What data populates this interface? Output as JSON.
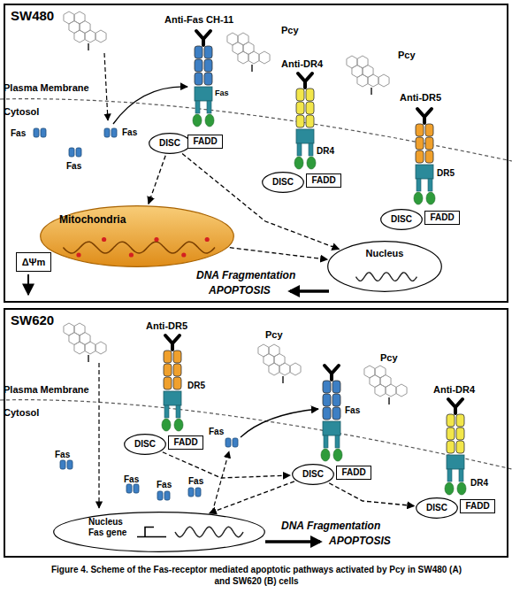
{
  "diagram": {
    "caption": "Figure 4. Scheme of the Fas-receptor mediated apoptotic pathways activated by Pcy in SW480 (A) and SW620 (B) cells",
    "nodes": [
      {
        "text": [
          "SW480"
        ]
      },
      {
        "text": [
          "DISC"
        ],
        "in": 0
      },
      {
        "text": [
          "FADD"
        ],
        "in": 0
      },
      {
        "text": [
          "DISC"
        ],
        "in": 0
      },
      {
        "text": [
          "FADD"
        ],
        "in": 0
      },
      {
        "text": [
          "DISC"
        ],
        "in": 0
      },
      {
        "text": [
          "FADD"
        ],
        "in": 0
      },
      {
        "text": [
          "Mitochondria"
        ],
        "in": 0
      },
      {
        "text": [
          "ΔΨm"
        ],
        "in": 0
      },
      {
        "text": [
          "Nucleus"
        ],
        "in": 0
      },
      {
        "text": [
          "SW620"
        ]
      },
      {
        "text": [
          "DISC"
        ],
        "in": 10
      },
      {
        "text": [
          "FADD"
        ],
        "in": 10
      },
      {
        "text": [
          "DISC"
        ],
        "in": 10
      },
      {
        "text": [
          "FADD"
        ],
        "in": 10
      },
      {
        "text": [
          "DISC"
        ],
        "in": 10
      },
      {
        "text": [
          "FADD"
        ],
        "in": 10
      },
      {
        "text": [
          "Nucleus",
          "Fas gene"
        ],
        "in": 10
      }
    ],
    "edges": [
      {
        "from": 1,
        "to": 7,
        "arrow": "to"
      },
      {
        "from": 1,
        "to": 9,
        "arrow": "to"
      },
      {
        "from": 7,
        "to": 9,
        "arrow": "to"
      },
      {
        "from": 11,
        "to": 13,
        "arrow": "to"
      },
      {
        "from": 13,
        "to": 15,
        "arrow": "to"
      },
      {
        "from": 13,
        "to": 17,
        "arrow": "to"
      }
    ],
    "labels": [
      "Anti-Fas CH-11",
      "Pcy",
      "Pcy",
      "Plasma Membrane",
      "Cytosol",
      "Fas",
      "Fas",
      "Fas",
      "Fas",
      "Anti-DR4",
      "DR4",
      "Anti-DR5",
      "DR5",
      "DNA Fragmentation",
      "APOPTOSIS",
      "Anti-DR5",
      "DR5",
      "Pcy",
      "Pcy",
      "Fas",
      "Plasma Membrane",
      "Cytosol",
      "Anti-DR4",
      "DR4",
      "Fas",
      "Fas",
      "Fas",
      "Fas",
      "Fas",
      "DNA Fragmentation",
      "APOPTOSIS"
    ]
  }
}
